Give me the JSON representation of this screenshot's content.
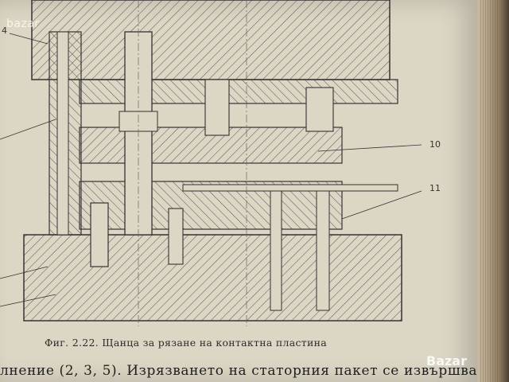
{
  "watermark_top": "bazar",
  "labels": {
    "label_4": "4",
    "label_10": "10",
    "label_11": "11"
  },
  "caption": "Фиг. 2.22. Щанца за рязане на контактна пластина",
  "body_text": "лнение (2, 3, 5). Изрязването на статорния пакет се извършва",
  "logo": "Bazar"
}
